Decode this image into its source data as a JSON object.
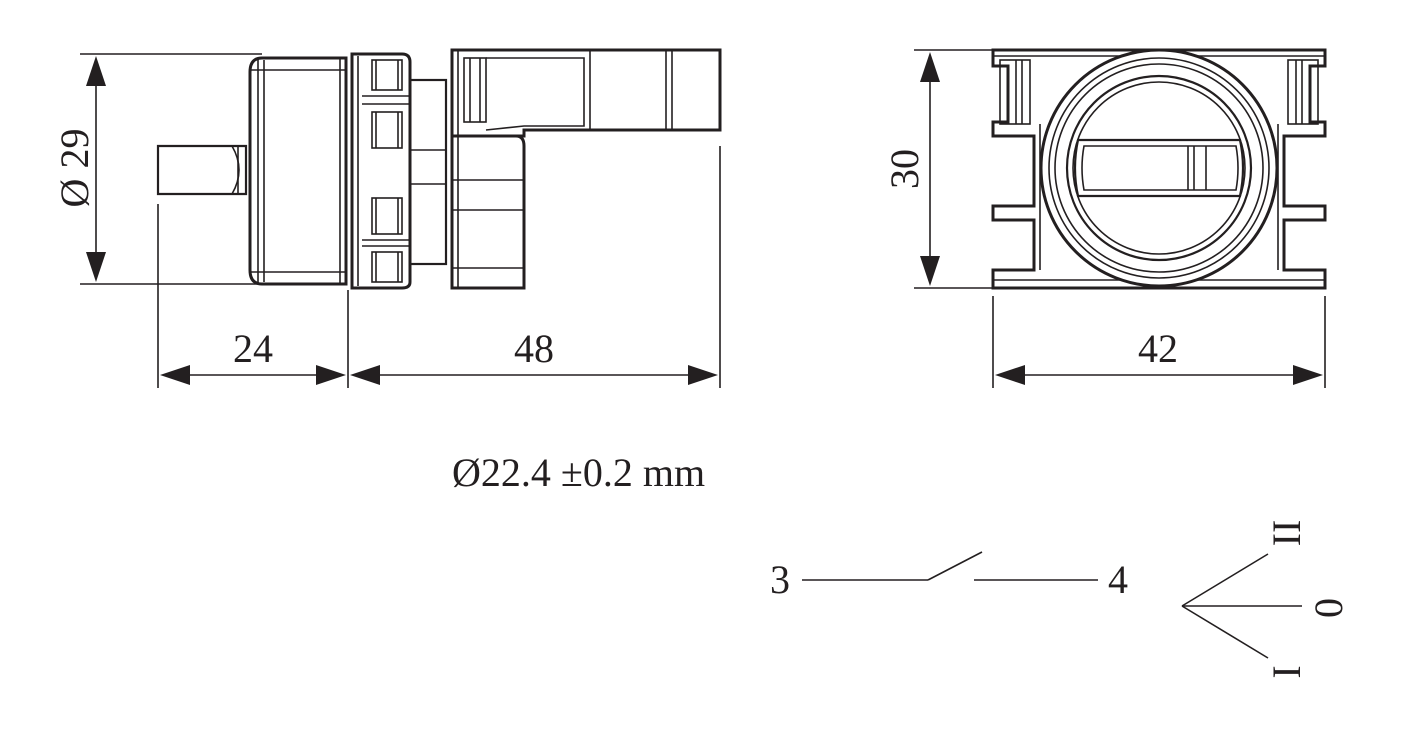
{
  "dimensions": {
    "diameter_label": "Ø 29",
    "depth_front_label": "24",
    "depth_body_label": "48",
    "width_label": "42",
    "height_label": "30"
  },
  "mounting_hole_note": "Ø22.4 ±0.2 mm",
  "schematic": {
    "terminal_left": "3",
    "terminal_right": "4",
    "position_one": "I",
    "position_zero": "0",
    "position_two": "II"
  },
  "colors": {
    "line": "#231f20",
    "background": "#ffffff"
  }
}
